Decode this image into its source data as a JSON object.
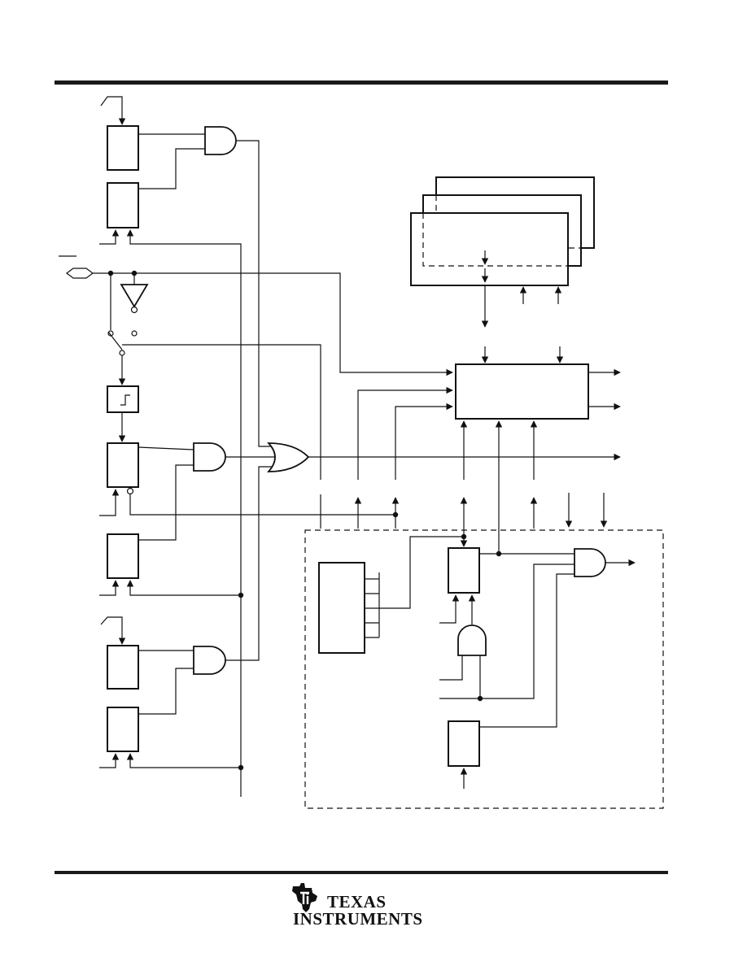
{
  "logo": {
    "lines": [
      "TEXAS",
      "INSTRUMENTS"
    ],
    "mark": "ti-state-mark"
  },
  "colors": {
    "ink": "#111111",
    "background": "#ffffff"
  }
}
